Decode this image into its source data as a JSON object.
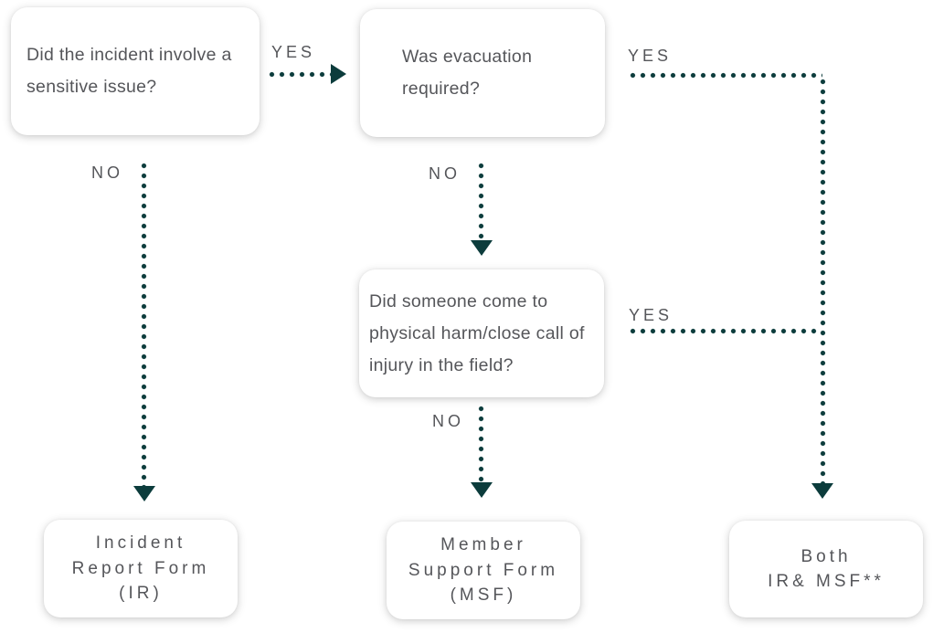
{
  "diagram": {
    "questions": {
      "q1": "Did the incident involve a sensitive issue?",
      "q2": "Was evacuation required?",
      "q3": "Did someone come to physical harm/close call of injury in the field?"
    },
    "outcomes": {
      "ir": {
        "lines": [
          "Incident",
          "Report Form",
          "(IR)"
        ]
      },
      "msf": {
        "lines": [
          "Member",
          "Support Form",
          "(MSF)"
        ]
      },
      "both": {
        "lines": [
          "Both",
          "IR& MSF**"
        ]
      }
    },
    "edge_labels": {
      "yes": "YES",
      "no": "NO"
    }
  },
  "colors": {
    "line": "#0c3c3c",
    "text": "#55565a",
    "box_bg": "#ffffff"
  }
}
